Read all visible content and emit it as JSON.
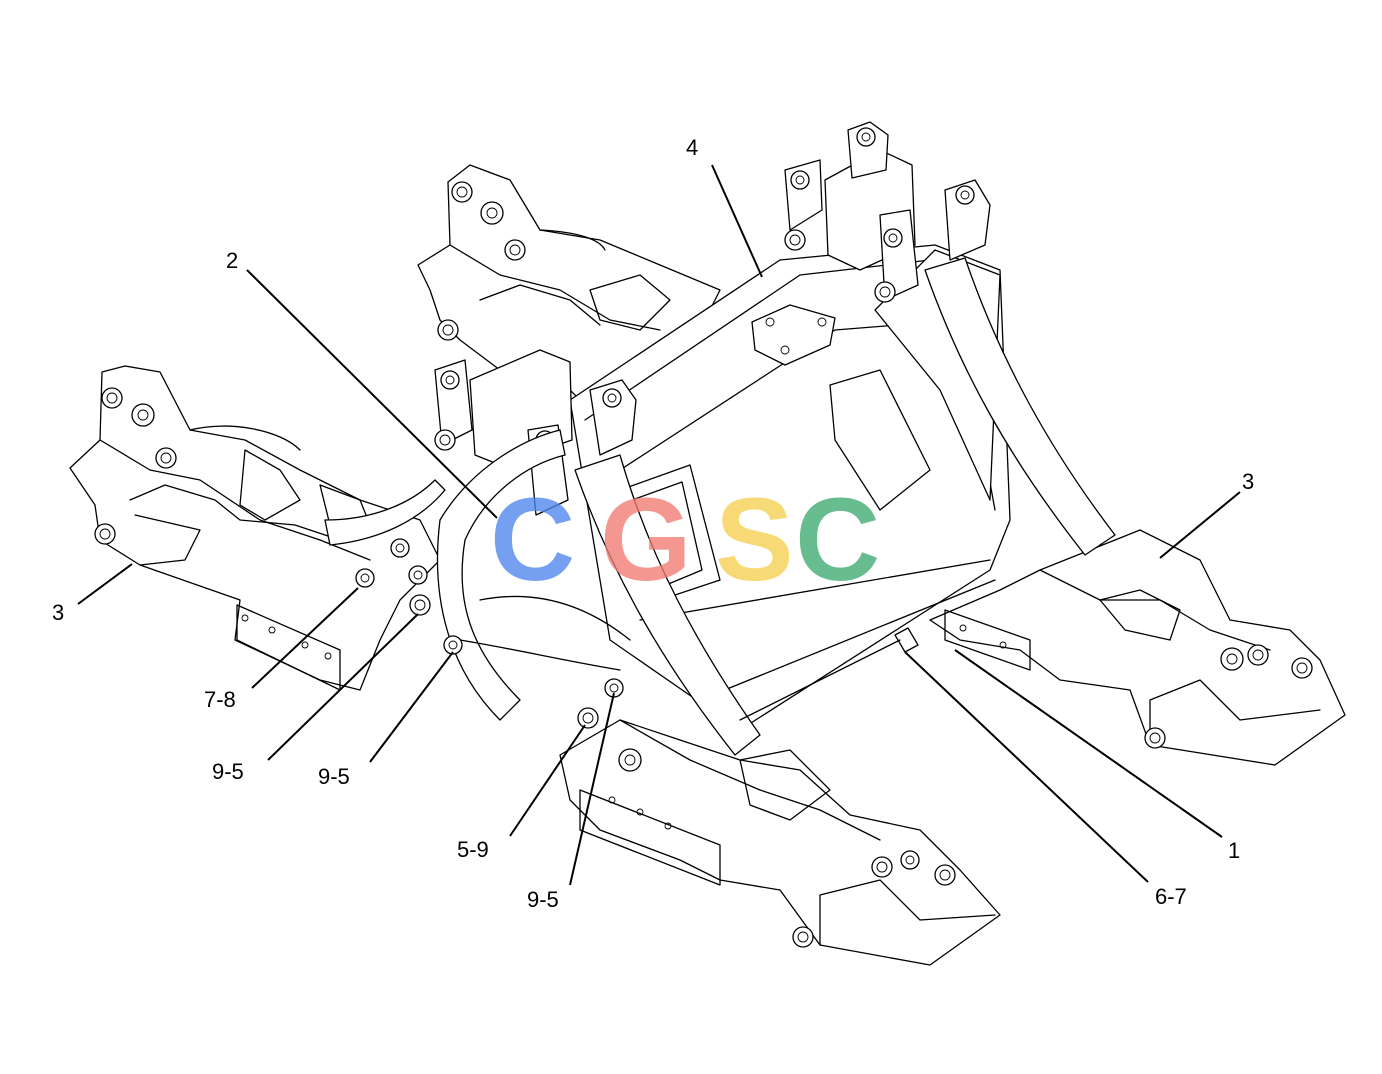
{
  "diagram": {
    "callouts": [
      {
        "id": "c-4",
        "text": "4"
      },
      {
        "id": "c-2",
        "text": "2"
      },
      {
        "id": "c-3-right",
        "text": "3"
      },
      {
        "id": "c-3-left",
        "text": "3"
      },
      {
        "id": "c-7-8",
        "text": "7-8"
      },
      {
        "id": "c-9-5-a",
        "text": "9-5"
      },
      {
        "id": "c-9-5-b",
        "text": "9-5"
      },
      {
        "id": "c-5-9",
        "text": "5-9"
      },
      {
        "id": "c-9-5-c",
        "text": "9-5"
      },
      {
        "id": "c-1",
        "text": "1"
      },
      {
        "id": "c-6-7",
        "text": "6-7"
      }
    ],
    "watermark": {
      "letters": [
        "C",
        "G",
        "S",
        "C"
      ],
      "colors": [
        "#4f86ef",
        "#f07b72",
        "#f5d050",
        "#3dab72"
      ]
    }
  }
}
